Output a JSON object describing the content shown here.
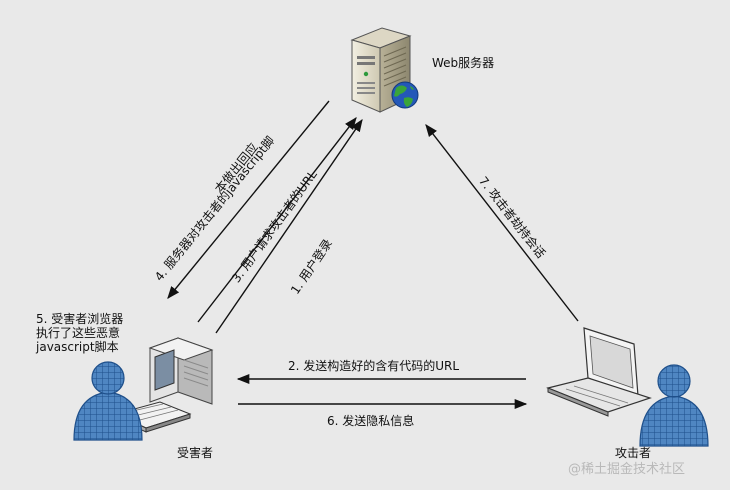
{
  "nodes": {
    "server": "Web服务器",
    "victim": "受害者",
    "attacker": "攻击者"
  },
  "steps": {
    "s1": "1. 用户登录",
    "s2": "2. 发送构造好的含有代码的URL",
    "s3": "3. 用户请求攻击者的URL",
    "s4_line1": "4. 服务器对攻击者的javascript脚",
    "s4_line2": "本做出回应",
    "s5_line1": "5. 受害者浏览器",
    "s5_line2": "执行了这些恶意",
    "s5_line3": "javascript脚本",
    "s6": "6. 发送隐私信息",
    "s7": "7. 攻击者劫持会话"
  },
  "watermark": "@稀土掘金技术社区",
  "icons": [
    "server-icon",
    "globe-icon",
    "victim-computer-icon",
    "victim-person-icon",
    "attacker-laptop-icon",
    "attacker-person-icon"
  ]
}
